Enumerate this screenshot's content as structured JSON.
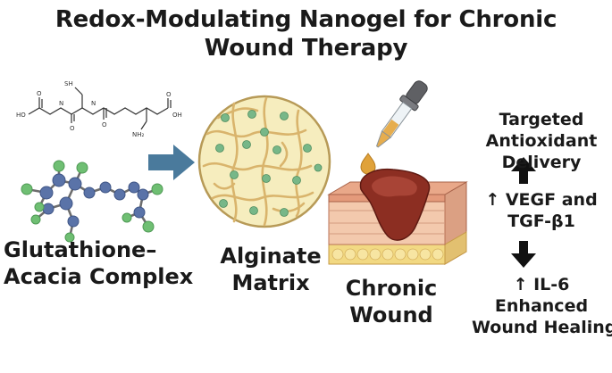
{
  "title": {
    "line1": "Redox-Modulating Nanogel for Chronic",
    "line2": "Wound Therapy"
  },
  "labels": {
    "glutathione": {
      "line1": "Glutathione–",
      "line2": "Acacia Complex"
    },
    "alginate": {
      "line1": "Alginate",
      "line2": "Matrix"
    },
    "wound": {
      "line1": "Chronic",
      "line2": "Wound"
    },
    "delivery": {
      "line1": "Targeted",
      "line2": "Antioxidant",
      "line3": "Delivery"
    },
    "growth_factors": {
      "line1": "↑ VEGF and",
      "line2": "TGF-β1"
    },
    "outcome": {
      "line1": "↑ IL-6",
      "line2": "Enhanced",
      "line3": "Wound Healing"
    }
  },
  "molecule_labels": {
    "sh": "SH",
    "oh_left": "HO",
    "oh_right": "OH",
    "nh2": "NH₂",
    "nh": "N",
    "o": "O"
  },
  "colors": {
    "arrow": "#4a7a9c",
    "atom_blue": "#5a73a8",
    "atom_green": "#6fbf73",
    "matrix_fill": "#f6edbe",
    "fiber": "#d9b46c",
    "bead": "#77b788",
    "skin_top": "#e9a889",
    "skin_layer": "#f3c9ad",
    "fat": "#f2d983",
    "wound": "#8c2e22",
    "drop": "#e0a23a"
  },
  "icons": [
    "right-arrow-icon",
    "up-arrow-icon",
    "down-arrow-icon",
    "dropper-icon",
    "droplet-icon"
  ]
}
